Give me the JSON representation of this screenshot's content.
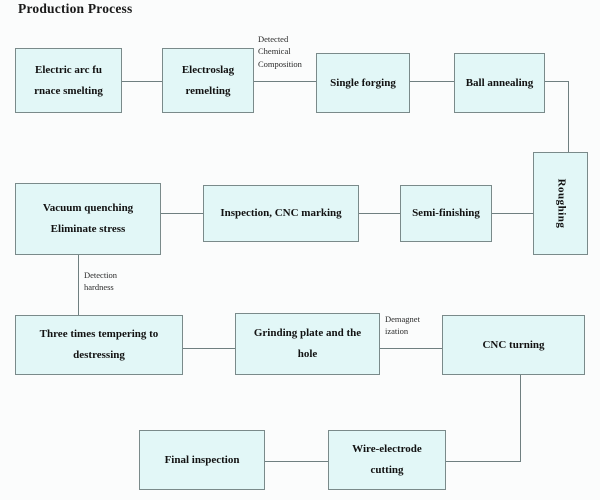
{
  "title": "Production Process",
  "colors": {
    "node_fill": "#e2f7f7",
    "node_border": "#7a8a8a",
    "edge": "#6f7f80",
    "text": "#121212",
    "background": "#fbfcfc"
  },
  "nodes": {
    "electric_arc": {
      "line1": "Electric  arc  fu",
      "line2": "rnace  smelting"
    },
    "electroslag": {
      "line1": "Electroslag",
      "line2": "remelting"
    },
    "single_forging": {
      "label": "Single forging"
    },
    "ball_annealing": {
      "label": "Ball annealing"
    },
    "roughing": {
      "label": "Roughing"
    },
    "semi_finishing": {
      "label": "Semi-finishing"
    },
    "inspection_cnc": {
      "label": "Inspection, CNC marking"
    },
    "vacuum_quenching": {
      "line1": "Vacuum quenching",
      "line2": "Eliminate stress"
    },
    "tempering": {
      "line1": "Three times tempering to",
      "line2": "destressing"
    },
    "grinding": {
      "line1": "Grinding plate and the",
      "line2": "hole"
    },
    "cnc_turning": {
      "label": "CNC turning"
    },
    "wire_cutting": {
      "line1": "Wire-electrode",
      "line2": "cutting"
    },
    "final_inspection": {
      "label": "Final inspection"
    }
  },
  "edge_labels": {
    "detected_chemical": {
      "line1": "Detected",
      "line2": "Chemical",
      "line3": "Composition"
    },
    "detection_hardness": {
      "line1": "Detection",
      "line2": "hardness"
    },
    "demagnetization": {
      "line1": "Demagnet",
      "line2": "ization"
    }
  }
}
